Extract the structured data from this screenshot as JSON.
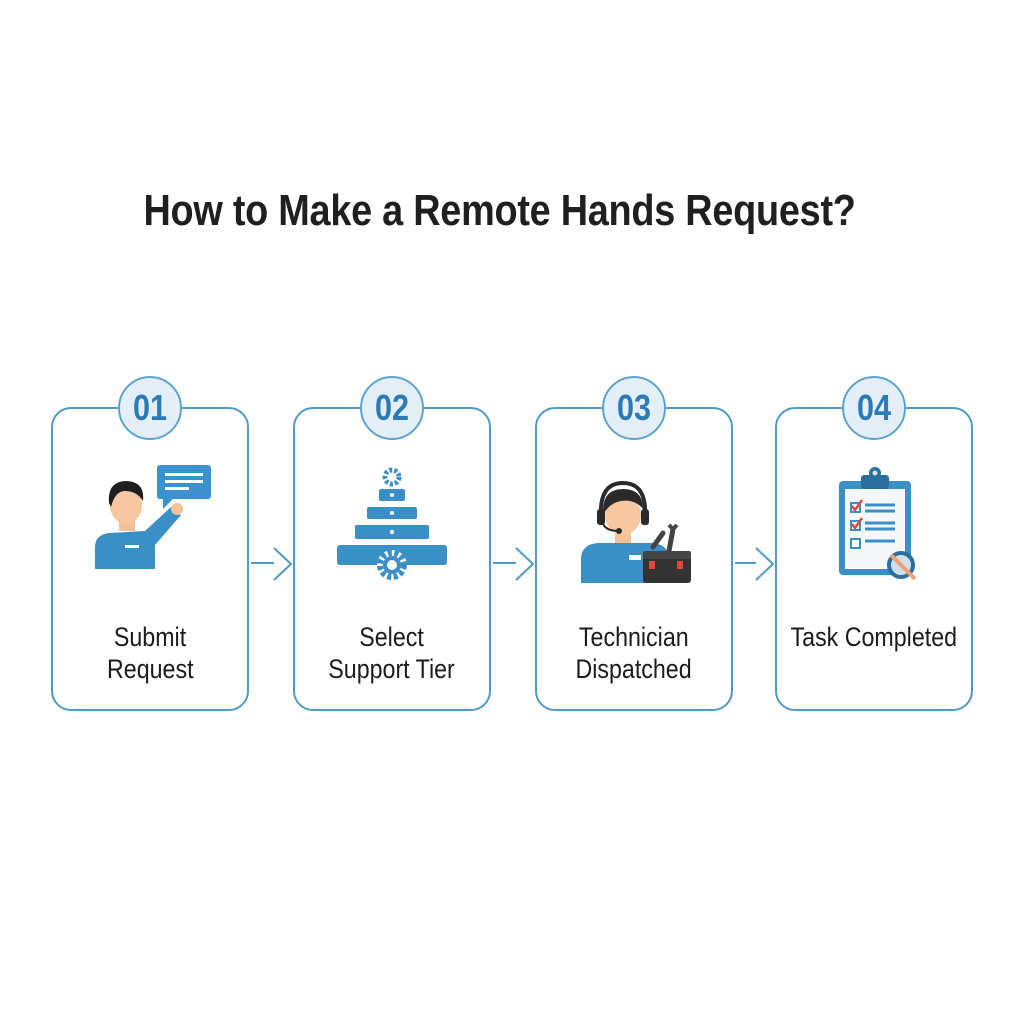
{
  "title": "How to Make a Remote Hands Request?",
  "colors": {
    "accent": "#3a8fc7",
    "border": "#4f9bc9",
    "badge_bg": "#e4eef6",
    "badge_text": "#2b7bb7",
    "check": "#e0483c"
  },
  "steps": [
    {
      "number": "01",
      "line1": "Submit",
      "line2": "Request",
      "icon": "person-chat-icon"
    },
    {
      "number": "02",
      "line1": "Select",
      "line2": "Support Tier",
      "icon": "tier-pyramid-gear-icon"
    },
    {
      "number": "03",
      "line1": "Technician",
      "line2": "Dispatched",
      "icon": "technician-toolbox-icon"
    },
    {
      "number": "04",
      "line1": "Task Completed",
      "line2": "",
      "icon": "checklist-clipboard-icon"
    }
  ]
}
